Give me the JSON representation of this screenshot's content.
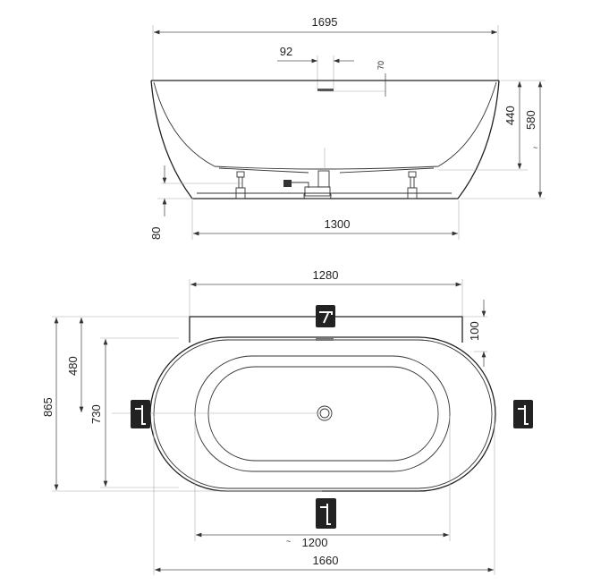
{
  "drawing": {
    "side_view": {
      "overall_length": "1695",
      "overflow_width": "92",
      "overflow_offset": "70",
      "inner_depth": "440",
      "total_height": "580",
      "foot_height": "80",
      "base_length": "1300"
    },
    "plan_view": {
      "deck_width": "1280",
      "deck_depth": "100",
      "overall_width": "865",
      "center_offset": "480",
      "tub_width": "730",
      "inner_length": "1200",
      "inner_length_prefix": "~",
      "overall_length": "1660"
    },
    "colors": {
      "line": "#222222",
      "dimension": "#555555"
    }
  }
}
